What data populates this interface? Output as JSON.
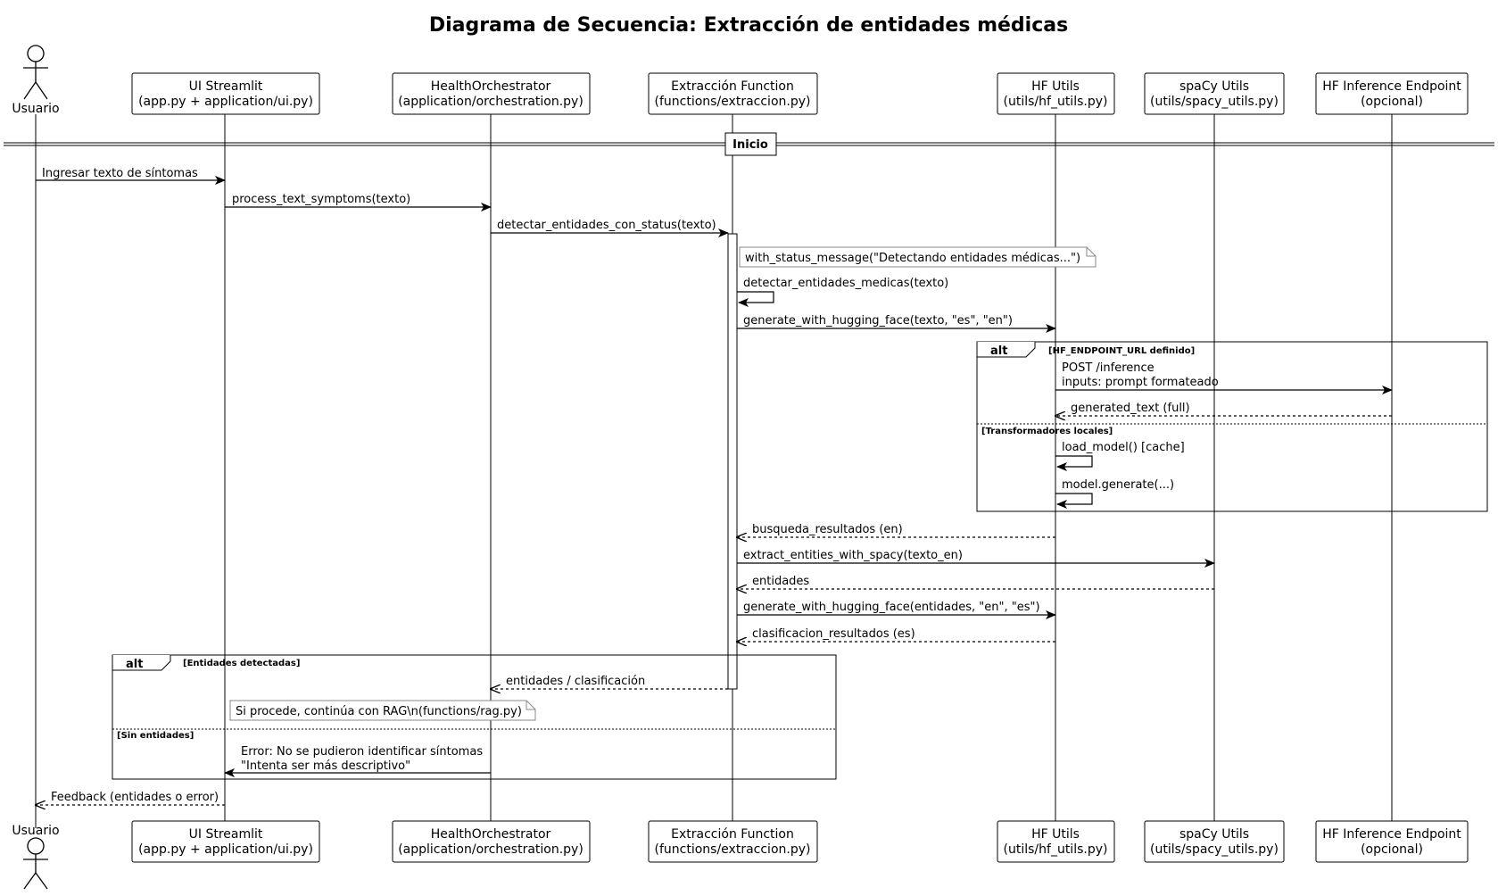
{
  "diagram": {
    "title": "Diagrama de Secuencia: Extracción de entidades médicas",
    "actor": {
      "label": "Usuario"
    },
    "participants": [
      {
        "id": "ui",
        "lines": [
          "UI Streamlit",
          "(app.py + application/ui.py)"
        ]
      },
      {
        "id": "orch",
        "lines": [
          "HealthOrchestrator",
          "(application/orchestration.py)"
        ]
      },
      {
        "id": "ext",
        "lines": [
          "Extracción Function",
          "(functions/extraccion.py)"
        ]
      },
      {
        "id": "hf",
        "lines": [
          "HF Utils",
          "(utils/hf_utils.py)"
        ]
      },
      {
        "id": "spacy",
        "lines": [
          "spaCy Utils",
          "(utils/spacy_utils.py)"
        ]
      },
      {
        "id": "ep",
        "lines": [
          "HF Inference Endpoint",
          "(opcional)"
        ]
      }
    ],
    "divider": {
      "label": "Inicio"
    },
    "messages": [
      {
        "id": "m1",
        "lines": [
          "Ingresar texto de síntomas"
        ],
        "from": "usuario",
        "to": "ui",
        "style": "solid"
      },
      {
        "id": "m2",
        "lines": [
          "process_text_symptoms(texto)"
        ],
        "from": "ui",
        "to": "orch",
        "style": "solid"
      },
      {
        "id": "m3",
        "lines": [
          "detectar_entidades_con_status(texto)"
        ],
        "from": "orch",
        "to": "ext",
        "style": "solid"
      },
      {
        "id": "m4",
        "lines": [
          "detectar_entidades_medicas(texto)"
        ],
        "from": "ext",
        "to": "ext",
        "style": "self"
      },
      {
        "id": "m5",
        "lines": [
          "generate_with_hugging_face(texto, \"es\", \"en\")"
        ],
        "from": "ext",
        "to": "hf",
        "style": "solid"
      },
      {
        "id": "m6",
        "lines": [
          "POST /inference",
          "inputs: prompt formateado"
        ],
        "from": "hf",
        "to": "ep",
        "style": "solid"
      },
      {
        "id": "m7",
        "lines": [
          "generated_text (full)"
        ],
        "from": "ep",
        "to": "hf",
        "style": "dashed"
      },
      {
        "id": "m8",
        "lines": [
          "load_model() [cache]"
        ],
        "from": "hf",
        "to": "hf",
        "style": "self"
      },
      {
        "id": "m9",
        "lines": [
          "model.generate(...)"
        ],
        "from": "hf",
        "to": "hf",
        "style": "self"
      },
      {
        "id": "m10",
        "lines": [
          "busqueda_resultados (en)"
        ],
        "from": "hf",
        "to": "ext",
        "style": "dashed"
      },
      {
        "id": "m11",
        "lines": [
          "extract_entities_with_spacy(texto_en)"
        ],
        "from": "ext",
        "to": "spacy",
        "style": "solid"
      },
      {
        "id": "m12",
        "lines": [
          "entidades"
        ],
        "from": "spacy",
        "to": "ext",
        "style": "dashed"
      },
      {
        "id": "m13",
        "lines": [
          "generate_with_hugging_face(entidades, \"en\", \"es\")"
        ],
        "from": "ext",
        "to": "hf",
        "style": "solid"
      },
      {
        "id": "m14",
        "lines": [
          "clasificacion_resultados (es)"
        ],
        "from": "hf",
        "to": "ext",
        "style": "dashed"
      },
      {
        "id": "m15",
        "lines": [
          "entidades / clasificación"
        ],
        "from": "ext",
        "to": "orch",
        "style": "dashed"
      },
      {
        "id": "m16",
        "lines": [
          "Error: No se pudieron identificar síntomas",
          "\"Intenta ser más descriptivo\""
        ],
        "from": "orch",
        "to": "ui",
        "style": "solid"
      },
      {
        "id": "m17",
        "lines": [
          "Feedback (entidades o error)"
        ],
        "from": "ui",
        "to": "usuario",
        "style": "dashed"
      }
    ],
    "notes": [
      {
        "id": "n1",
        "text": "with_status_message(\"Detectando entidades médicas...\")"
      },
      {
        "id": "n2",
        "text": "Si procede, continúa con RAG\\n(functions/rag.py)"
      }
    ],
    "fragments": [
      {
        "id": "f1",
        "keyword": "alt",
        "guard1": "[HF_ENDPOINT_URL definido]",
        "guard2": "[Transformadores locales]"
      },
      {
        "id": "f2",
        "keyword": "alt",
        "guard1": "[Entidades detectadas]",
        "guard2": "[Sin entidades]"
      }
    ]
  }
}
